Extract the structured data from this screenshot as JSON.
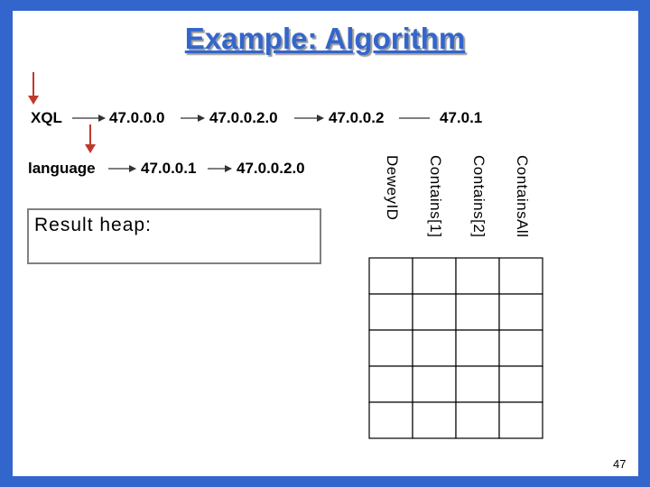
{
  "slide": {
    "title": "Example: Algorithm",
    "page_number": "47"
  },
  "lists": [
    {
      "keyword": "XQL",
      "nodes": [
        "47.0.0.0",
        "47.0.0.2.0",
        "47.0.0.2",
        "47.0.1"
      ]
    },
    {
      "keyword": "language",
      "nodes": [
        "47.0.0.1",
        "47.0.0.2.0"
      ]
    }
  ],
  "result_heap": {
    "label": "Result heap:"
  },
  "table": {
    "headers": [
      "DeweyID",
      "Contains[1]",
      "Contains[2]",
      "ContainsAll"
    ],
    "row_count": 5,
    "rows": []
  },
  "colors": {
    "background": "#3366cc",
    "title": "#3366cc",
    "pointer_arrow": "#c0392b",
    "link_arrow": "#333333"
  }
}
